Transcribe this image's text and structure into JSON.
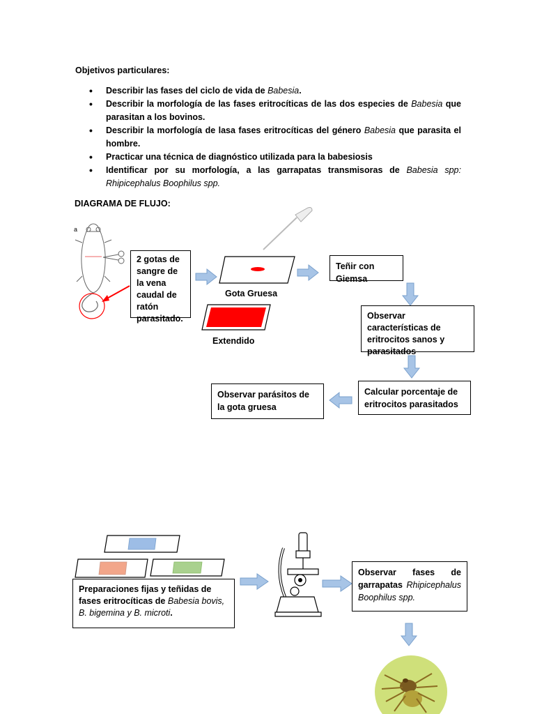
{
  "objectives": {
    "title": "Objetivos particulares:",
    "items": [
      {
        "pre": "Describir las fases del ciclo de vida de ",
        "em": "Babesia",
        "post": "."
      },
      {
        "pre": "Describir la morfología de las fases eritrocíticas de las dos especies de ",
        "em": "Babesia",
        "post": " que parasitan a los bovinos."
      },
      {
        "pre": "Describir la morfología de lasa fases eritrocíticas del género ",
        "em": "Babesia",
        "post": " que parasita el hombre."
      },
      {
        "pre": "Practicar una técnica de diagnóstico utilizada para la babesiosis",
        "em": "",
        "post": ""
      },
      {
        "pre": "Identificar por su morfología, a las garrapatas transmisoras de ",
        "em": "Babesia spp: Rhipicephalus Boophilus spp.",
        "post": ""
      }
    ]
  },
  "flow": {
    "title": "DIAGRAMA DE FLUJO:",
    "mouse_label": "a",
    "blood_box": "2 gotas de sangre de la vena caudal de ratón parasitado.",
    "gota_label": "Gota Gruesa",
    "extendido_label": "Extendido",
    "giemsa_box": "Teñir con Giemsa",
    "observe_box": "Observar características de eritrocitos sanos y parasitados",
    "calc_box": "Calcular porcentaje de eritrocitos parasitados",
    "gota_box": "Observar parásitos de la gota gruesa"
  },
  "flow2": {
    "prep_box_pre": "Preparaciones fijas y teñidas de fases eritrocíticas de ",
    "prep_box_em": "Babesia bovis, B. bigemina y B. microti",
    "prep_box_post": ".",
    "tick_box_pre": "Observar fases de garrapatas ",
    "tick_box_em": "Rhipicephalus Boophilus spp."
  },
  "colors": {
    "arrow_fill": "#a7c4e6",
    "arrow_stroke": "#7aa0cc",
    "red": "#ff0000",
    "slide_blue": "#9dbde6",
    "slide_salmon": "#f2a68a",
    "slide_green": "#a9d18e",
    "tick_bg": "#cfe07a"
  }
}
